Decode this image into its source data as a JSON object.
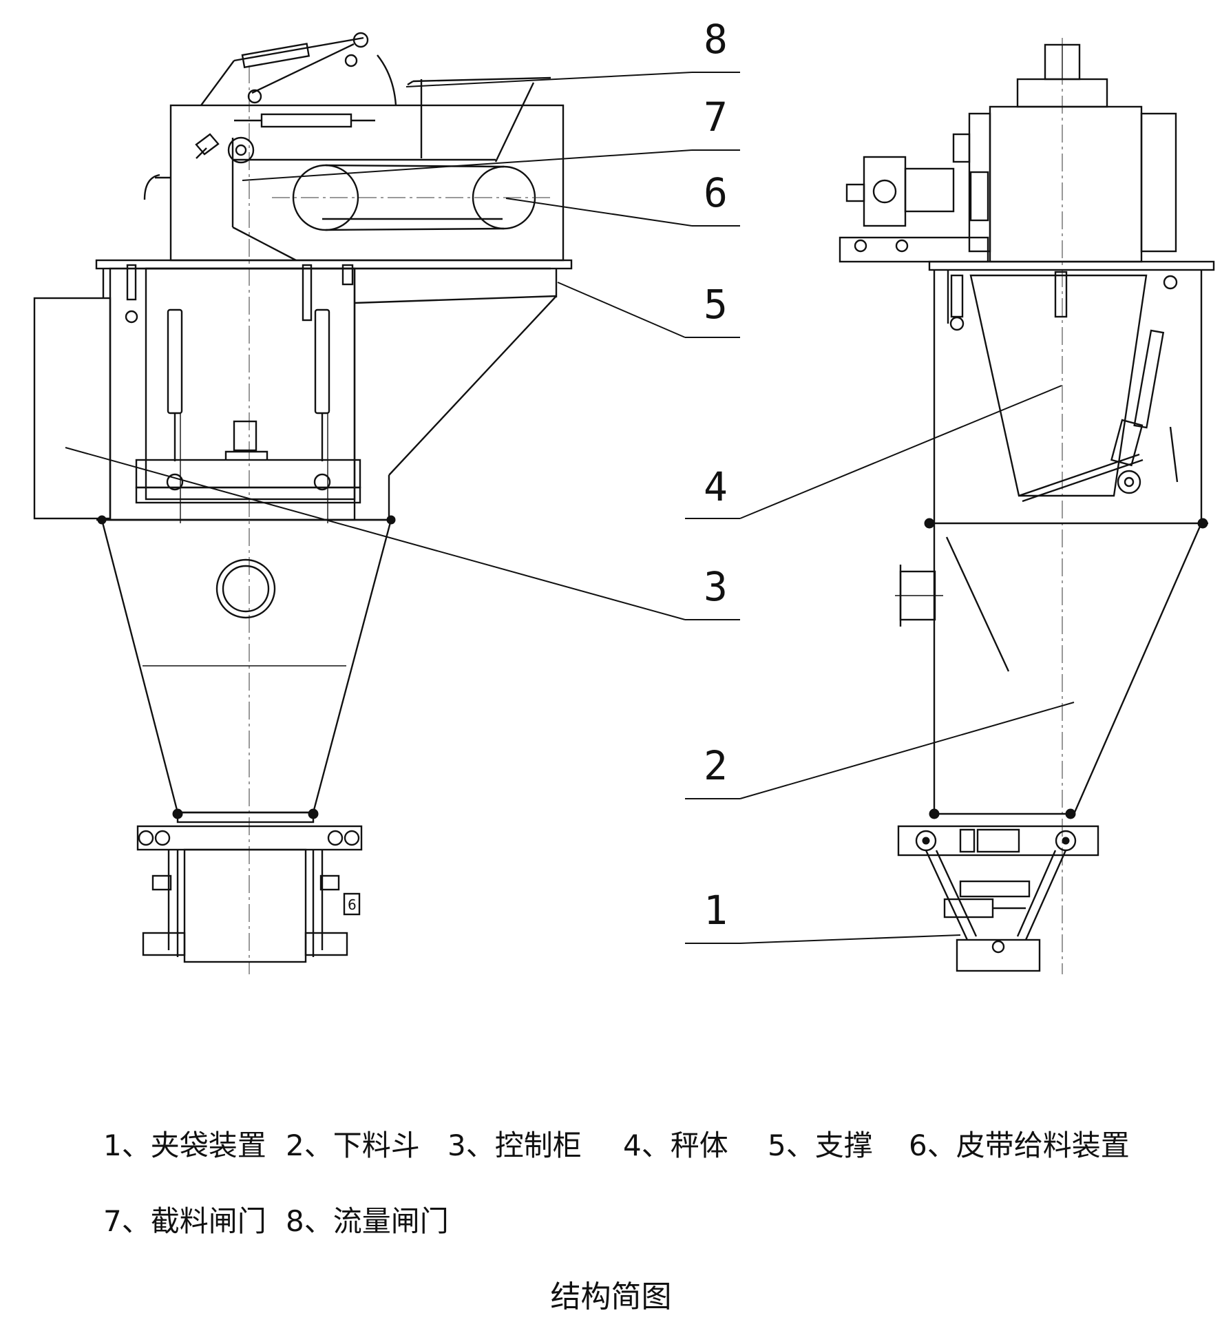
{
  "callouts": {
    "c8": "8",
    "c7": "7",
    "c6": "6",
    "c5": "5",
    "c4": "4",
    "c3": "3",
    "c2": "2",
    "c1": "1"
  },
  "legend": {
    "items": [
      "1、夹袋装置",
      "2、下料斗",
      "3、控制柜",
      "4、秤体",
      "5、支撑",
      "6、皮带给料装置",
      "7、截料闸门",
      "8、流量闸门"
    ]
  },
  "title": "结构简图",
  "equipment_badge": "6"
}
